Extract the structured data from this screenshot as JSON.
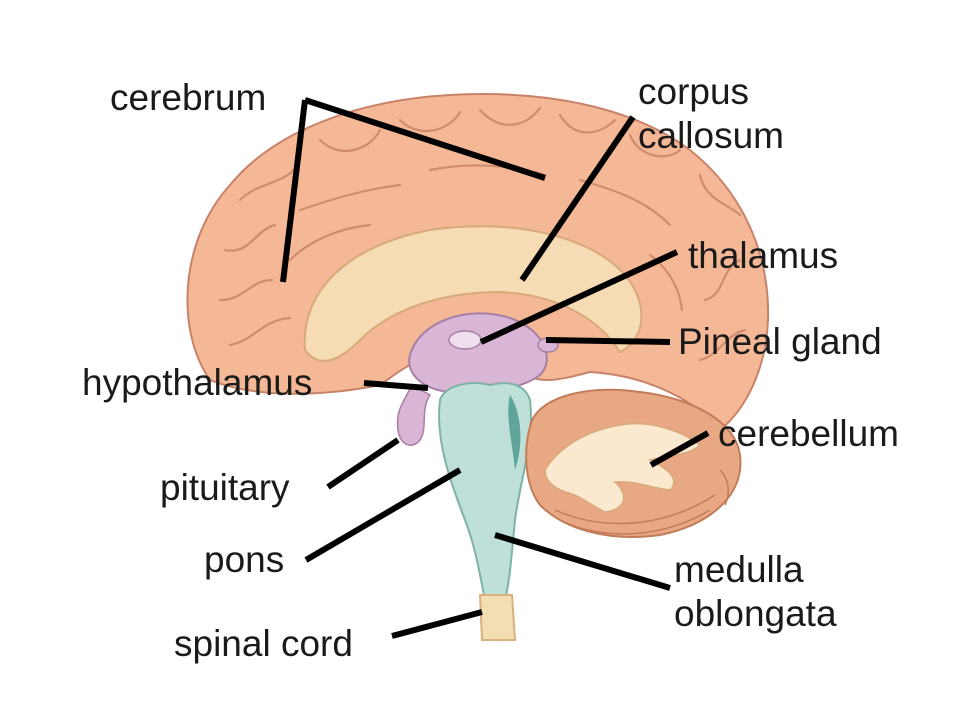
{
  "labels": {
    "cerebrum": "cerebrum",
    "corpus_callosum": [
      "corpus",
      "callosum"
    ],
    "thalamus": "thalamus",
    "pineal_gland": "Pineal gland",
    "hypothalamus": "hypothalamus",
    "cerebellum": "cerebellum",
    "pituitary": "pituitary",
    "pons": "pons",
    "medulla_oblongata": [
      "medulla",
      "oblongata"
    ],
    "spinal_cord": "spinal cord"
  },
  "colors": {
    "cortex": "#f4b896",
    "cortex_outline": "#c9826a",
    "corpus_callosum": "#f6dcb4",
    "thalamus": "#d9b6d6",
    "brainstem": "#bfe0d8",
    "cerebellum_white": "#fbe9cf",
    "cerebellum_gray": "#e8a884",
    "spinal_cord": "#f3ddb3",
    "leader_line": "#000000",
    "text": "#1a1a1a"
  }
}
